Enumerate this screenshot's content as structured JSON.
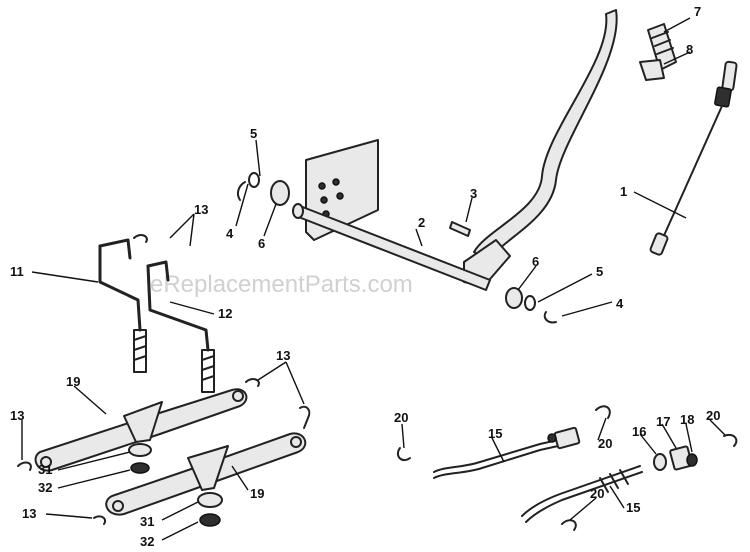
{
  "watermark": "eReplacementParts.com",
  "labels": {
    "l1": "1",
    "l2": "2",
    "l3": "3",
    "l4a": "4",
    "l4b": "4",
    "l5a": "5",
    "l5b": "5",
    "l6a": "6",
    "l6b": "6",
    "l7": "7",
    "l8": "8",
    "l11": "11",
    "l12": "12",
    "l13a": "13",
    "l13b": "13",
    "l13c": "13",
    "l13d": "13",
    "l15a": "15",
    "l15b": "15",
    "l16": "16",
    "l17": "17",
    "l18": "18",
    "l19a": "19",
    "l19b": "19",
    "l20a": "20",
    "l20b": "20",
    "l20c": "20",
    "l20d": "20",
    "l31a": "31",
    "l31b": "31",
    "l32a": "32",
    "l32b": "32"
  }
}
